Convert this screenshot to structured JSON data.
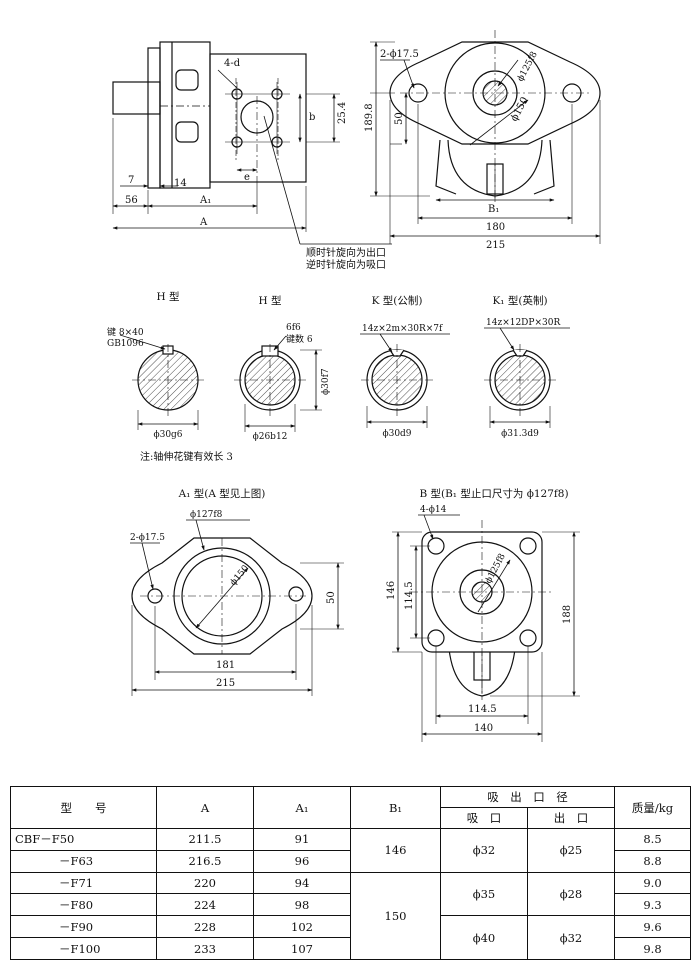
{
  "drawings": {
    "main_front": {
      "labels": {
        "holes": "4-d",
        "dim_7": "7",
        "dim_14": "14",
        "dim_56": "56",
        "dim_A1": "A₁",
        "dim_A": "A",
        "dim_254": "25.4",
        "dim_b": "b",
        "dim_e": "e"
      },
      "notes": [
        "顺时针旋向为出口",
        "逆时针旋向为吸口"
      ]
    },
    "main_side": {
      "labels": {
        "holes": "2-ϕ17.5",
        "dim_50": "50",
        "dim_1898": "189.8",
        "dim_125": "ϕ125f8",
        "dim_150": "ϕ150",
        "dim_B1": "B₁",
        "dim_180": "180",
        "dim_215": "215"
      }
    },
    "shafts": [
      {
        "title": "H 型",
        "key": "键 8×40",
        "std": "GB1096",
        "dia": "ϕ30g6"
      },
      {
        "title": "H 型",
        "spec": "6f6",
        "keys": "键数 6",
        "side": "ϕ30f7",
        "dia": "ϕ26b12"
      },
      {
        "title": "K 型(公制)",
        "spec": "14z×2m×30R×7f",
        "dia": "ϕ30d9"
      },
      {
        "title": "K₁ 型(英制)",
        "spec": "14z×12DP×30R",
        "dia": "ϕ31.3d9"
      }
    ],
    "shaft_note": "注:轴伸花键有效长 3",
    "a1": {
      "title": "A₁ 型(A 型见上图)",
      "labels": {
        "holes": "2-ϕ17.5",
        "pilot": "ϕ127f8",
        "dia150": "ϕ150",
        "dim_50": "50",
        "dim_181": "181",
        "dim_215": "215"
      }
    },
    "b": {
      "title": "B 型(B₁ 型止口尺寸为 ϕ127f8)",
      "labels": {
        "holes": "4-ϕ14",
        "pilot": "ϕ125f8",
        "dim_146": "146",
        "dim_1145v": "114.5",
        "dim_188": "188",
        "dim_1145h": "114.5",
        "dim_140": "140"
      }
    }
  },
  "table": {
    "headers": {
      "model": "型　　号",
      "a": "A",
      "a1": "A₁",
      "b1": "B₁",
      "port": "吸　出　口　径",
      "suction": "吸　口",
      "outlet": "出　口",
      "mass": "质量/kg"
    },
    "rows": [
      {
        "model": "CBF－F50",
        "a": "211.5",
        "a1": "91",
        "mass": "8.5"
      },
      {
        "model": "－F63",
        "a": "216.5",
        "a1": "96",
        "mass": "8.8"
      },
      {
        "model": "－F71",
        "a": "220",
        "a1": "94",
        "mass": "9.0"
      },
      {
        "model": "－F80",
        "a": "224",
        "a1": "98",
        "mass": "9.3"
      },
      {
        "model": "－F90",
        "a": "228",
        "a1": "102",
        "mass": "9.6"
      },
      {
        "model": "－F100",
        "a": "233",
        "a1": "107",
        "mass": "9.8"
      }
    ],
    "b1_groups": [
      "146",
      "150"
    ],
    "suction_groups": [
      "ϕ32",
      "ϕ35",
      "ϕ40"
    ],
    "outlet_groups": [
      "ϕ25",
      "ϕ28",
      "ϕ32"
    ]
  }
}
